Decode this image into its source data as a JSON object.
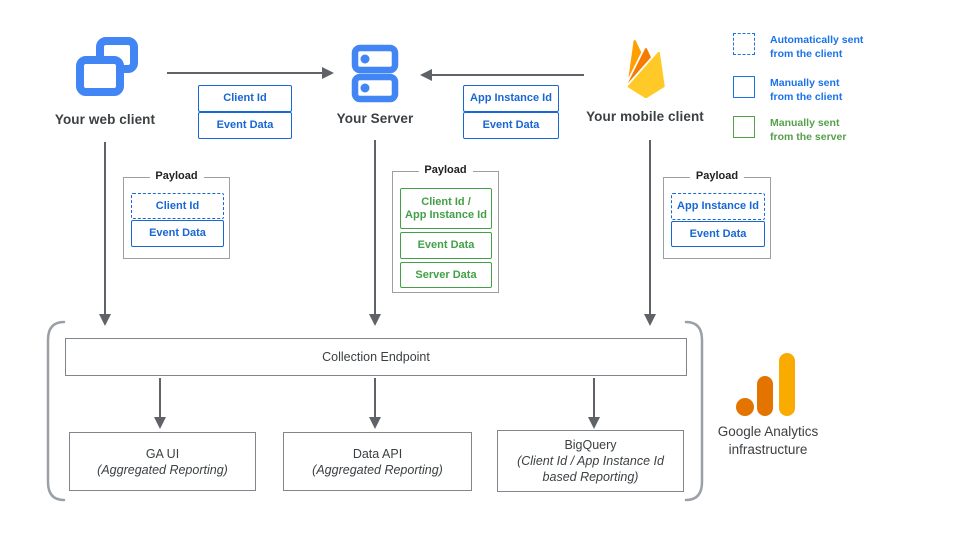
{
  "nodes": {
    "web": {
      "label": "Your web client"
    },
    "server": {
      "label": "Your Server"
    },
    "mobile": {
      "label": "Your mobile client"
    }
  },
  "transfer": {
    "web_to_server": {
      "items": [
        "Client Id",
        "Event Data"
      ]
    },
    "mobile_to_server": {
      "items": [
        "App Instance Id",
        "Event Data"
      ]
    }
  },
  "legend": {
    "items": [
      {
        "line1": "Automatically sent",
        "line2": "from the client",
        "style": "dashed-blue"
      },
      {
        "line1": "Manually sent",
        "line2": "from the client",
        "style": "solid-blue"
      },
      {
        "line1": "Manually sent",
        "line2": "from the server",
        "style": "solid-green"
      }
    ]
  },
  "payloads": {
    "web": {
      "title": "Payload",
      "items": [
        "Client Id",
        "Event Data"
      ]
    },
    "server": {
      "title": "Payload",
      "item1_line1": "Client Id /",
      "item1_line2": "App Instance Id",
      "items": [
        "Event Data",
        "Server Data"
      ]
    },
    "mobile": {
      "title": "Payload",
      "items": [
        "App Instance Id",
        "Event Data"
      ]
    }
  },
  "infrastructure": {
    "endpoint_label": "Collection Endpoint",
    "outputs": [
      {
        "title": "GA UI",
        "subtitle": "(Aggregated Reporting)"
      },
      {
        "title": "Data API",
        "subtitle": "(Aggregated Reporting)"
      },
      {
        "title": "BigQuery",
        "subtitle": "(Client Id / App Instance Id based Reporting)"
      }
    ],
    "brand": {
      "line1": "Google Analytics",
      "line2": "infrastructure"
    }
  },
  "colors": {
    "icon_blue": "#4285f4",
    "box_blue": "#1967d2",
    "legend_blue": "#1a73e8",
    "green": "#43a047",
    "legend_green": "#55a14a",
    "arrow_gray": "#5f6368",
    "border_gray": "#9aa0a6",
    "dark_text": "#3c4043",
    "ga_orange": "#e37400",
    "ga_amber": "#f9ab00",
    "firebase_yellow": "#ffca28",
    "firebase_orange": "#ffa000",
    "firebase_dark_orange": "#f57c00"
  }
}
